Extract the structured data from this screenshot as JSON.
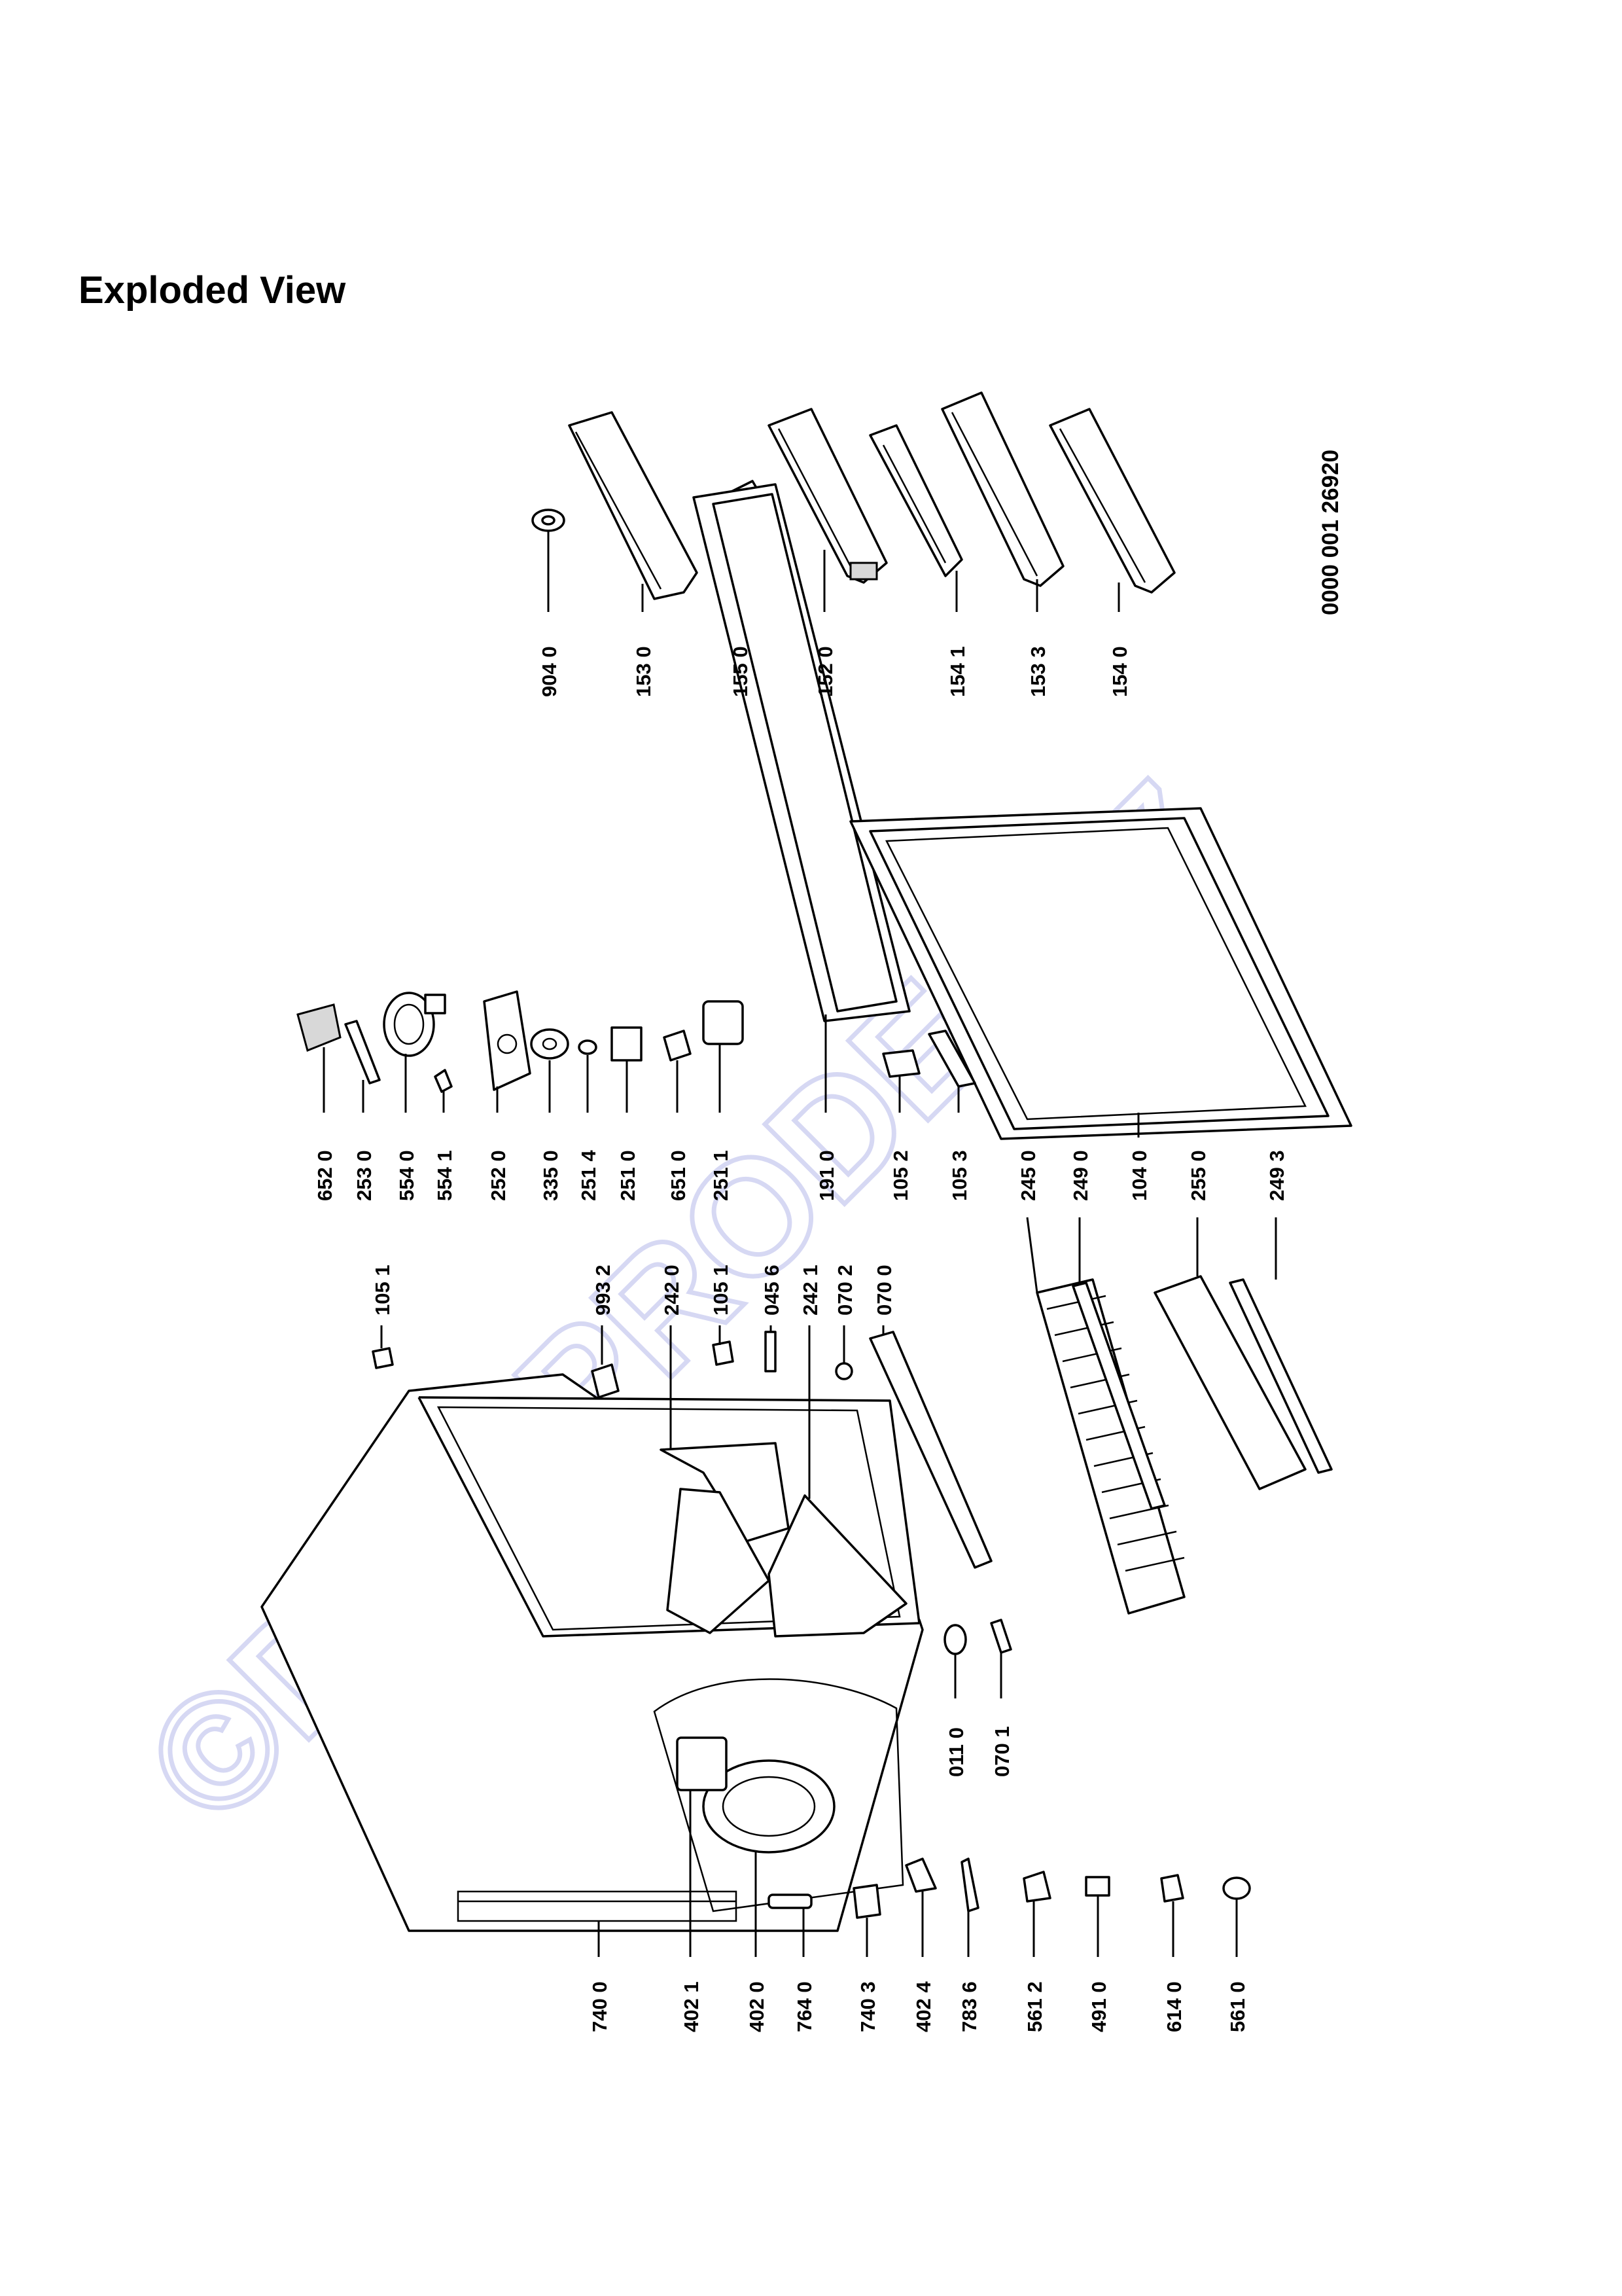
{
  "page": {
    "title": "Exploded View"
  },
  "document_code": "0000 001 26920",
  "watermark": "©DILY-PRODEJ.cz",
  "parts": [
    {
      "label": "904 0"
    },
    {
      "label": "153 0"
    },
    {
      "label": "155 0"
    },
    {
      "label": "152 0"
    },
    {
      "label": "154 1"
    },
    {
      "label": "153 3"
    },
    {
      "label": "154 0"
    },
    {
      "label": "652 0"
    },
    {
      "label": "253 0"
    },
    {
      "label": "554 0"
    },
    {
      "label": "554 1"
    },
    {
      "label": "252 0"
    },
    {
      "label": "335 0"
    },
    {
      "label": "251 4"
    },
    {
      "label": "251 0"
    },
    {
      "label": "651 0"
    },
    {
      "label": "251 1"
    },
    {
      "label": "191 0"
    },
    {
      "label": "105 2"
    },
    {
      "label": "105 3"
    },
    {
      "label": "245 0"
    },
    {
      "label": "249 0"
    },
    {
      "label": "104 0"
    },
    {
      "label": "255 0"
    },
    {
      "label": "249 3"
    },
    {
      "label": "105 1"
    },
    {
      "label": "993 2"
    },
    {
      "label": "242 0"
    },
    {
      "label": "105 1"
    },
    {
      "label": "045 6"
    },
    {
      "label": "242 1"
    },
    {
      "label": "070 2"
    },
    {
      "label": "070 0"
    },
    {
      "label": "011 0"
    },
    {
      "label": "070 1"
    },
    {
      "label": "740 0"
    },
    {
      "label": "402 1"
    },
    {
      "label": "402 0"
    },
    {
      "label": "764 0"
    },
    {
      "label": "740 3"
    },
    {
      "label": "402 4"
    },
    {
      "label": "783 6"
    },
    {
      "label": "561 2"
    },
    {
      "label": "491 0"
    },
    {
      "label": "614 0"
    },
    {
      "label": "561 0"
    }
  ]
}
